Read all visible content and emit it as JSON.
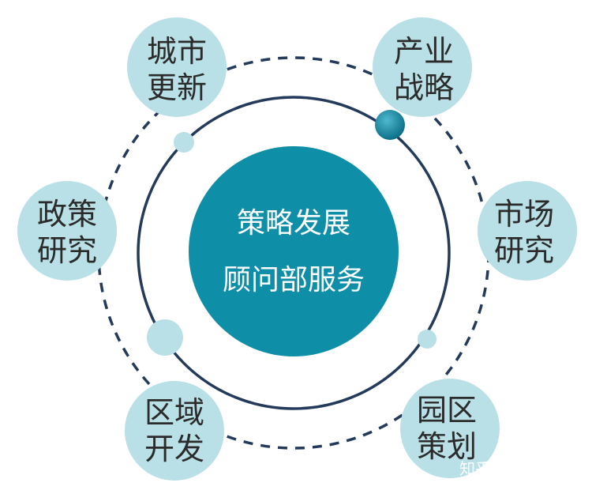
{
  "center": {
    "line1": "策略发展",
    "line2": "顾问部服务"
  },
  "nodes": [
    {
      "line1": "城市",
      "line2": "更新"
    },
    {
      "line1": "产业",
      "line2": "战略"
    },
    {
      "line1": "市场",
      "line2": "研究"
    },
    {
      "line1": "园区",
      "line2": "策划"
    },
    {
      "line1": "区域",
      "line2": "开发"
    },
    {
      "line1": "政策",
      "line2": "研究"
    }
  ],
  "watermark": "知乎 @戴德梁行",
  "colors": {
    "center_fill": "#0f8ea8",
    "node_fill": "#b9e0e6",
    "ring_stroke": "#243a5a",
    "dot_dark": "#127f99",
    "dot_light": "#b9e0e6",
    "text": "#2b2b2b"
  }
}
